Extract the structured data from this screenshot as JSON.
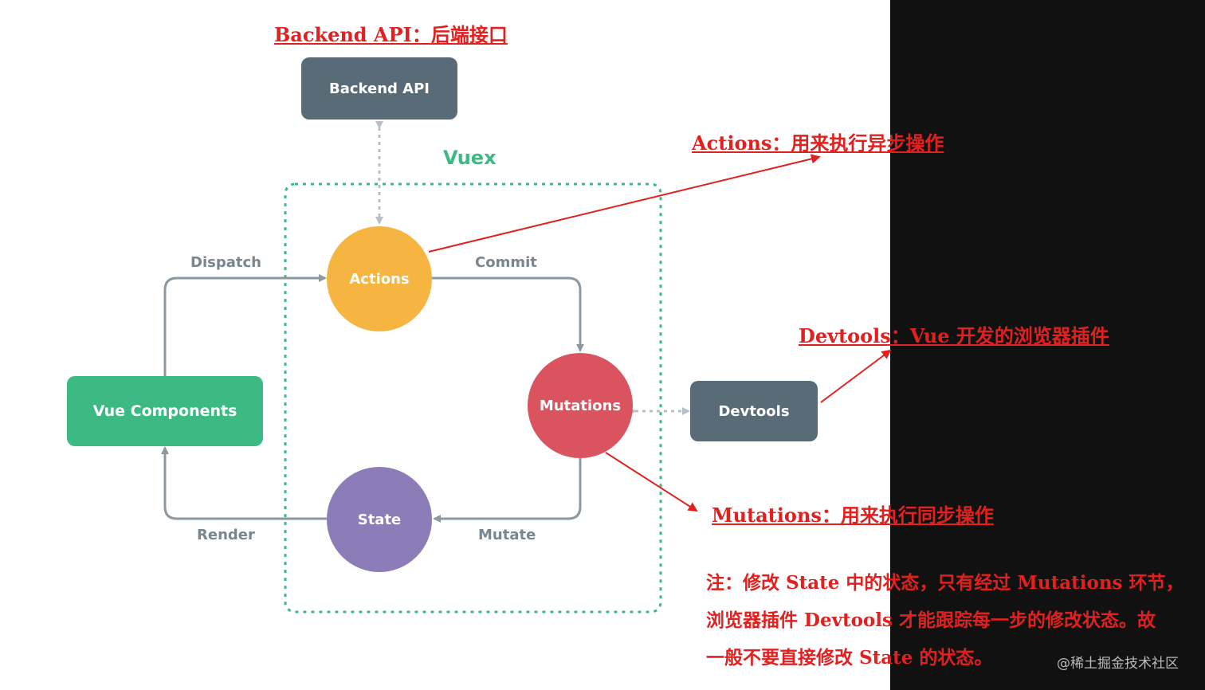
{
  "diagram": {
    "vuex_label": "Vuex",
    "nodes": {
      "backend_api": "Backend API",
      "actions": "Actions",
      "mutations": "Mutations",
      "state": "State",
      "vue_components": "Vue Components",
      "devtools": "Devtools"
    },
    "edges": {
      "dispatch": "Dispatch",
      "commit": "Commit",
      "mutate": "Mutate",
      "render": "Render"
    },
    "colors": {
      "backend_api": "#5a6b78",
      "devtools": "#5a6b78",
      "vue_components": "#3dba84",
      "actions": "#f6b541",
      "mutations": "#d9545f",
      "state": "#8c7db8",
      "vuex_border": "#3dba84",
      "edge": "#8e989f",
      "annotation": "#e0211f"
    }
  },
  "annotations": {
    "backend": "Backend API：后端接口",
    "actions": "Actions：用来执行异步操作",
    "devtools": "Devtools：Vue 开发的浏览器插件",
    "mutations": "Mutations：用来执行同步操作",
    "note_lines": [
      "注：修改 State 中的状态，只有经过 Mutations 环节，",
      "浏览器插件 Devtools 才能跟踪每一步的修改状态。故",
      "一般不要直接修改 State 的状态。"
    ]
  },
  "watermark": "@稀土掘金技术社区"
}
